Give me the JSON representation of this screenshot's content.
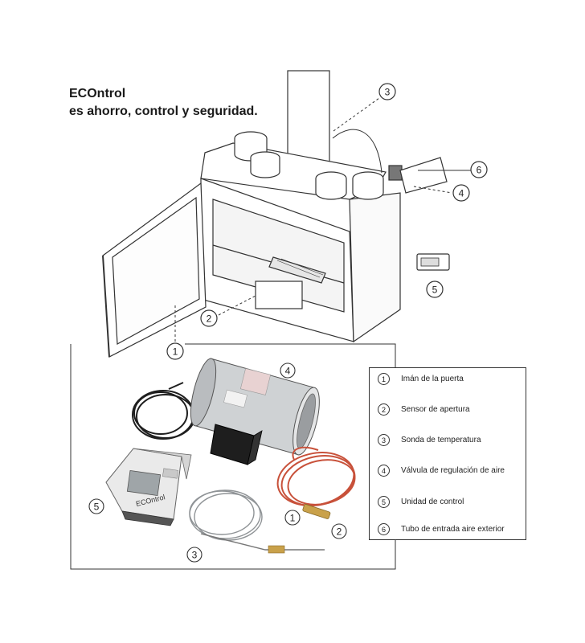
{
  "headline": {
    "line1": "ECOntrol",
    "line2": "es ahorro, control y seguridad."
  },
  "callouts": [
    "1",
    "2",
    "3",
    "4",
    "5",
    "6"
  ],
  "legend": {
    "items": [
      {
        "num": "1",
        "label": "Imán de la puerta"
      },
      {
        "num": "2",
        "label": "Sensor de apertura"
      },
      {
        "num": "3",
        "label": "Sonda de temperatura"
      },
      {
        "num": "4",
        "label": "Válvula de regulación de aire"
      },
      {
        "num": "5",
        "label": "Unidad de control"
      },
      {
        "num": "6",
        "label": "Tubo de entrada aire exterior"
      }
    ]
  },
  "device_label": "ECOntrol",
  "colors": {
    "line": "#333333",
    "steel": "#c9cbcd",
    "cable_red": "#c8513a",
    "cable_black": "#1e1e1e",
    "brass": "#c9a14a"
  }
}
